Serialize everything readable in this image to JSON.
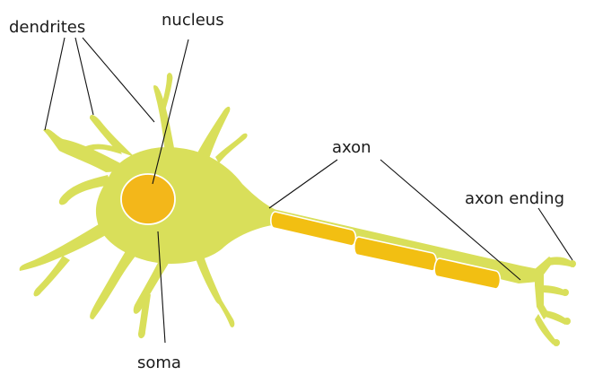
{
  "labels": {
    "dendrites": "dendrites",
    "nucleus": "nucleus",
    "axon": "axon",
    "axon_ending": "axon ending",
    "soma": "soma"
  },
  "colors": {
    "cell_body": "#d9df5a",
    "myelin": "#f2bf12",
    "nucleus": "#f3b71a",
    "leader_lines": "#111111",
    "background": "#ffffff"
  }
}
